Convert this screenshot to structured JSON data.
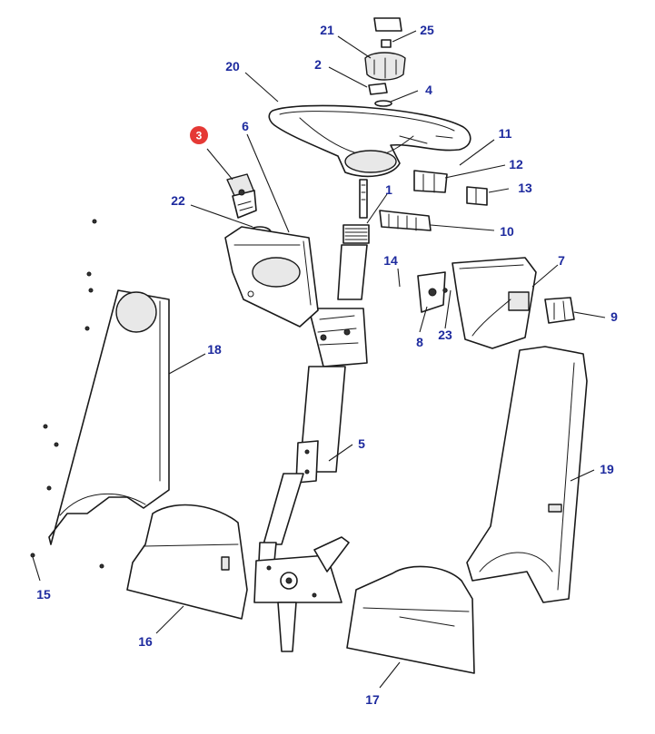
{
  "callouts": {
    "c1": "1",
    "c2": "2",
    "c3": "3",
    "c4": "4",
    "c5": "5",
    "c6": "6",
    "c7": "7",
    "c8": "8",
    "c9": "9",
    "c10": "10",
    "c11": "11",
    "c12": "12",
    "c13": "13",
    "c14": "14",
    "c15": "15",
    "c16": "16",
    "c17": "17",
    "c18": "18",
    "c19": "19",
    "c20": "20",
    "c21": "21",
    "c22": "22",
    "c23": "23",
    "c25": "25"
  },
  "colors": {
    "label": "#1d2a9e",
    "highlight": "#e53935",
    "line": "#1a1a1a"
  }
}
